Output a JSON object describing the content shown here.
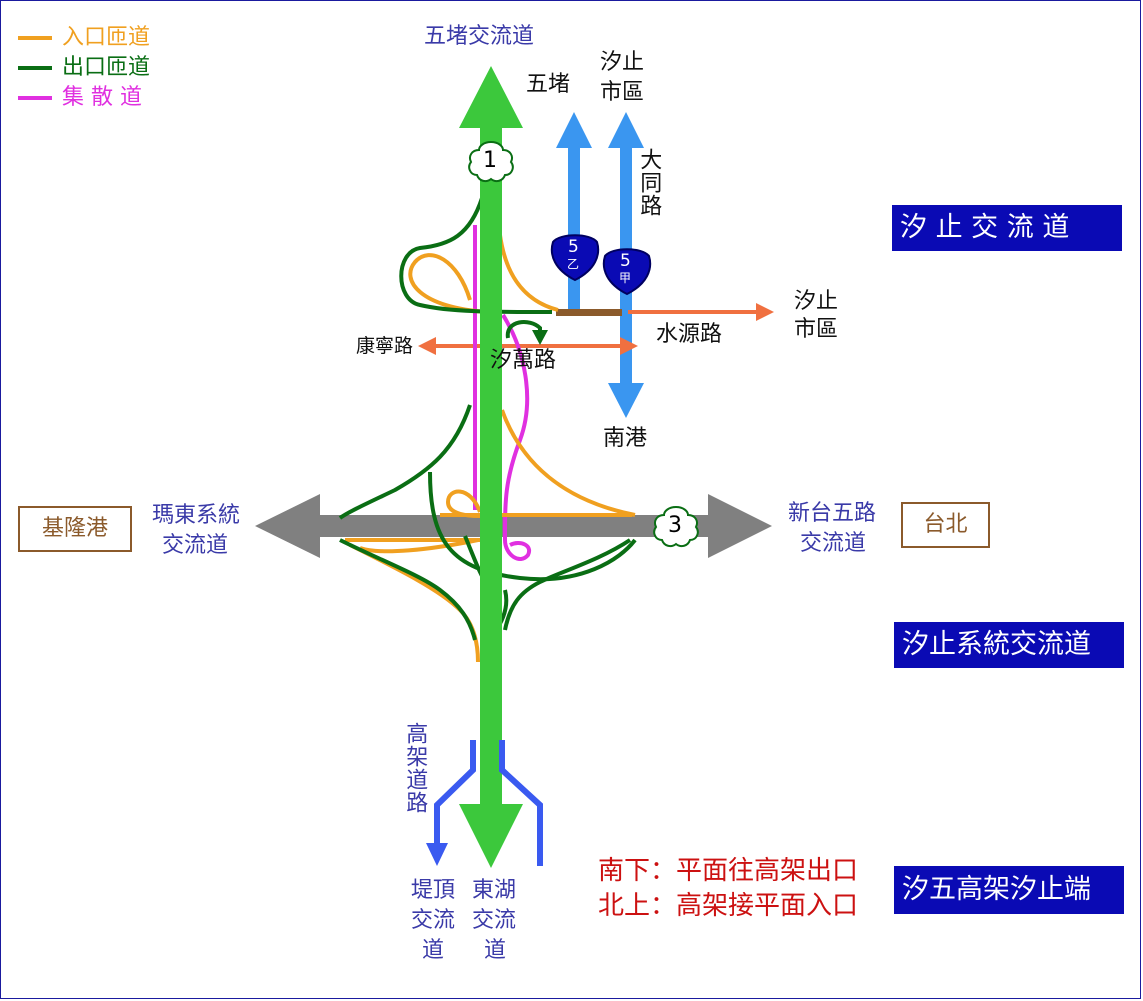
{
  "legend": [
    {
      "label": "入口匝道",
      "color": "#f0a020"
    },
    {
      "label": "出口匝道",
      "color": "#0a6e14"
    },
    {
      "label": "集 散 道",
      "color": "#e030e0"
    }
  ],
  "colors": {
    "freeway": "#3cc83c",
    "expressway": "#808080",
    "provincial": "#3a96f0",
    "local": "#f07040",
    "viaduct": "#3a5af0",
    "shield": "#0a0ab4"
  },
  "labels": {
    "wudu_ic": "五堵交流道",
    "wudu": "五堵",
    "xizhi_city_top": "汐止市區",
    "datong_rd": "大同路",
    "xizhi_city_right": "汐止市區",
    "shuiyuan_rd": "水源路",
    "kangning_rd": "康寧路",
    "xiwan_rd": "汐萬路",
    "nangang": "南港",
    "madong_line1": "瑪東系統",
    "madong_line2": "交流道",
    "xintai_line1": "新台五路",
    "xintai_line2": "交流道",
    "elevated_rd": "高架道路",
    "diding_line1": "堤頂",
    "diding_line2": "交流",
    "diding_line3": "道",
    "donghu_line1": "東湖",
    "donghu_line2": "交流",
    "donghu_line3": "道"
  },
  "boxes": {
    "keelung_port": "基隆港",
    "taipei": "台北",
    "xizhi_ic": "汐 止 交 流 道",
    "xizhi_sys_ic": "汐止系統交流道",
    "xiwu_elevated_end": "汐五高架汐止端"
  },
  "shields": {
    "nat1": "1",
    "nat3": "3",
    "prov5b_num": "5",
    "prov5b_sub": "乙",
    "prov5a_num": "5",
    "prov5a_sub": "甲"
  },
  "notes": {
    "southbound": "南下：平面往高架出口",
    "northbound": "北上：高架接平面入口"
  }
}
